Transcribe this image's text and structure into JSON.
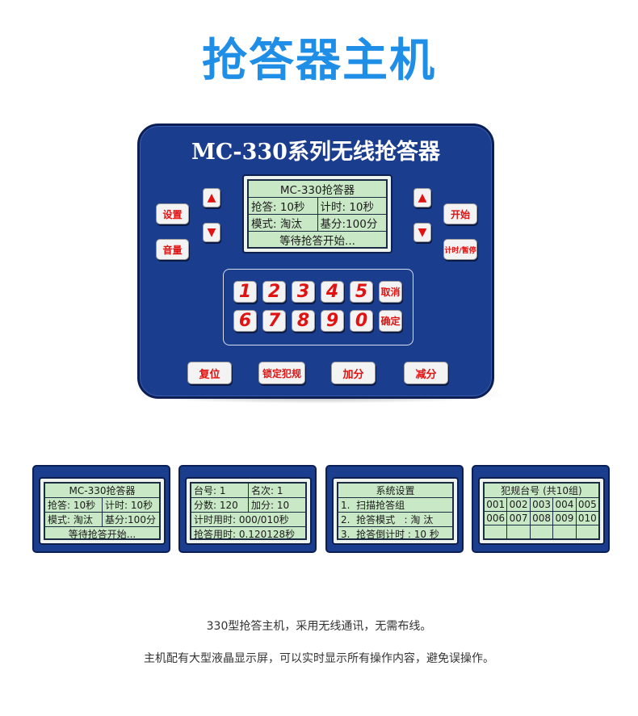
{
  "header": {
    "title": "抢答器主机"
  },
  "device": {
    "model_title": "MC-330系列无线抢答器",
    "lcd": {
      "title": "MC-330抢答器",
      "row2_left": "抢答: 10秒",
      "row2_right": "计时: 10秒",
      "row3_left": "模式: 淘汰",
      "row3_right": "基分:100分",
      "status": "等待抢答开始..."
    },
    "buttons": {
      "settings": "设置",
      "volume": "音量",
      "start": "开始",
      "timer_pause": "计时/暂停",
      "reset": "复位",
      "lock_foul": "锁定犯规",
      "add_score": "加分",
      "sub_score": "减分"
    },
    "arrows": {
      "up": "▲",
      "down": "▼"
    },
    "keypad": {
      "row1": [
        "1",
        "2",
        "3",
        "4",
        "5"
      ],
      "row1_action": "取消",
      "row2": [
        "6",
        "7",
        "8",
        "9",
        "0"
      ],
      "row2_action": "确定"
    }
  },
  "screens": {
    "s1": {
      "title": "MC-330抢答器",
      "r2_left": "抢答: 10秒",
      "r2_right": "计时: 10秒",
      "r3_left": "模式: 淘汰",
      "r3_right": "基分:100分",
      "status": "等待抢答开始..."
    },
    "s2": {
      "r1_left": "台号: 1",
      "r1_right": "名次: 1",
      "r2_left": "分数: 120",
      "r2_right": "加分: 10",
      "r3": "计时用时: 000/010秒",
      "r4": "抢答用时: 0.120128秒"
    },
    "s3": {
      "title": "系统设置",
      "r2": "1.  扫描抢答组",
      "r3": "2.  抢答模式   : 淘 汰",
      "r4": "3.  抢答倒计时 : 10 秒"
    },
    "s4": {
      "title": "犯规台号 (共10组)",
      "row1": [
        "001",
        "002",
        "003",
        "004",
        "005"
      ],
      "row2": [
        "006",
        "007",
        "008",
        "009",
        "010"
      ]
    }
  },
  "captions": {
    "line1": "330型抢答主机，采用无线通讯，无需布线。",
    "line2": "主机配有大型液晶显示屏，可以实时显示所有操作内容，避免误操作。"
  },
  "colors": {
    "title": "#1f8ee6",
    "device_body": "#1b3d8e",
    "lcd_bg": "#c9e8c6",
    "button_text": "#e01212"
  }
}
